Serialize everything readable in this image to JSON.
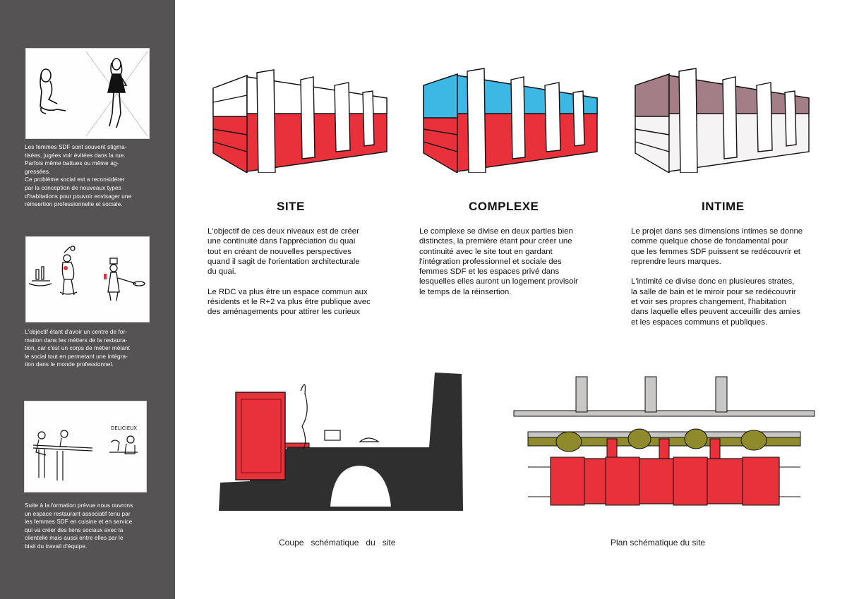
{
  "sidebar": {
    "blocks": [
      {
        "text": "Les femmes SDF sont souvent stigma-\ntisées, jugées voir évitées dans la rue.\nParfois même battues ou même ag-\ngressées.\nCe problème social est a reconsidérer\npar la conception de nouveaux types\nd'habitations pour pouvoir envisager une\nréinsertion professionnelle et sociale."
      },
      {
        "text": "L'objectif étant d'avoir un centre de for-\nmation dans les métiers de la restaura-\ntion, car c'est un corps de métier mêlant\nle social tout en permetant une intégra-\ntion dans le monde professionnel."
      },
      {
        "text": "Suite à la formation prévue nous ouvrons\nun espace restaurant associatif tenu par\nles femmes SDF en cuisine et en service\nqui va créer des liens sociaux avec la\nclientelle mais aussi entre elles par le\nbiait du travail d'équipe."
      }
    ],
    "sketch_text": "DELICIEUX"
  },
  "concepts": [
    {
      "title": "SITE",
      "text": "L'objectif de ces deux niveaux est de créer\nune continuité dans l'appréciation du quai\ntout en créant de nouvelles perspectives\nquand il sagit de l'orientation architecturale\ndu quai.\n\nLe RDC va plus être un espace commun aux\nrésidents et le R+2 va plus être publique avec\ndes aménagements pour attirer les curieux",
      "top_color": "#ffffff",
      "bottom_color": "#e8313a"
    },
    {
      "title": "COMPLEXE",
      "text": "Le complexe se divise en deux parties bien\ndistinctes, la première étant pour créer une\ncontinuité avec le site tout en gardant\nl'intégration professionnel et sociale des\nfemmes SDF et les espaces privé dans\nlesquelles elles auront un logement provisoir\nle temps de la réinsertion.",
      "top_color": "#3db7e4",
      "bottom_color": "#e8313a"
    },
    {
      "title": "INTIME",
      "text": "Le projet dans ses dimensions intimes se donne\ncomme quelque chose de fondamental pour\nque les femmes SDF puissent se redécouvrir et\nreprendre leurs marques.\n\nL'intimité ce divise donc en plusieures strates,\nla salle de bain et le miroir pour se redécouvrir\net voir ses propres changement, l'habitation\ndans laquelle elles peuvent acceuillir des amies\net les espaces communs et publiques.",
      "top_color": "#a47e86",
      "bottom_color": "#ffffff"
    }
  ],
  "drawings": {
    "section_caption": "Coupe   schématique   du   site",
    "plan_caption": "Plan schématique du site"
  },
  "colors": {
    "sidebar": "#555353",
    "red": "#e8313a",
    "blue": "#3db7e4",
    "mauve": "#a47e86",
    "olive": "#8f8a2b",
    "dark": "#2f2f2f"
  }
}
